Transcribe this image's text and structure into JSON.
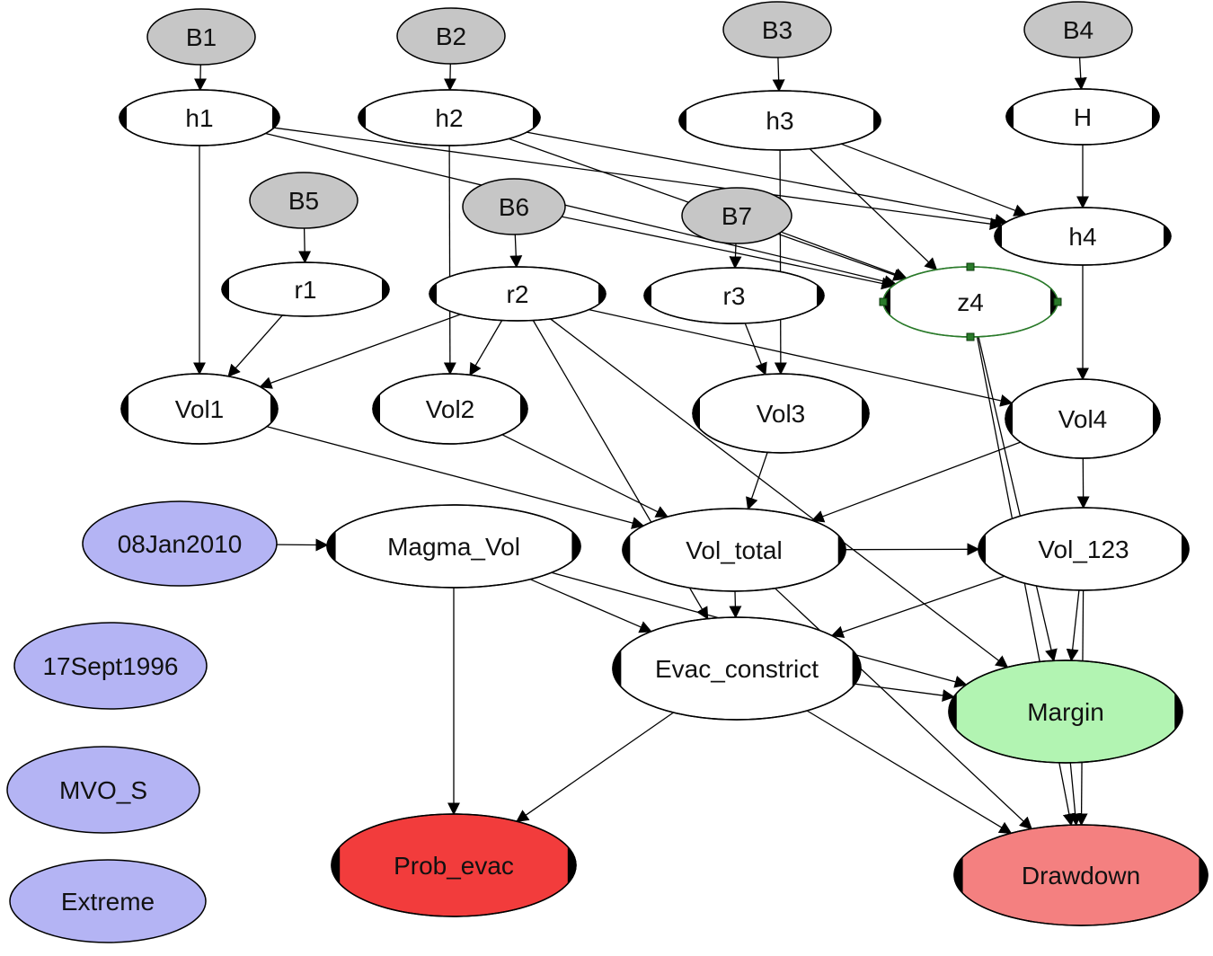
{
  "colors": {
    "gray": "#c6c6c6",
    "blue": "#b4b4f4",
    "green": "#b2f4b2",
    "red": "#f23c3c",
    "pink": "#f48080",
    "white": "#ffffff",
    "selection": "#2a7a2a"
  },
  "nodes": [
    {
      "id": "B1",
      "label": "B1"
    },
    {
      "id": "B2",
      "label": "B2"
    },
    {
      "id": "B3",
      "label": "B3"
    },
    {
      "id": "B4",
      "label": "B4"
    },
    {
      "id": "B5",
      "label": "B5"
    },
    {
      "id": "B6",
      "label": "B6"
    },
    {
      "id": "B7",
      "label": "B7"
    },
    {
      "id": "h1",
      "label": "h1"
    },
    {
      "id": "h2",
      "label": "h2"
    },
    {
      "id": "h3",
      "label": "h3"
    },
    {
      "id": "H",
      "label": "H"
    },
    {
      "id": "h4",
      "label": "h4"
    },
    {
      "id": "r1",
      "label": "r1"
    },
    {
      "id": "r2",
      "label": "r2"
    },
    {
      "id": "r3",
      "label": "r3"
    },
    {
      "id": "z4",
      "label": "z4"
    },
    {
      "id": "Vol1",
      "label": "Vol1"
    },
    {
      "id": "Vol2",
      "label": "Vol2"
    },
    {
      "id": "Vol3",
      "label": "Vol3"
    },
    {
      "id": "Vol4",
      "label": "Vol4"
    },
    {
      "id": "d2010",
      "label": "08Jan2010"
    },
    {
      "id": "Magma_Vol",
      "label": "Magma_Vol"
    },
    {
      "id": "Vol_total",
      "label": "Vol_total"
    },
    {
      "id": "Vol_123",
      "label": "Vol_123"
    },
    {
      "id": "d1996",
      "label": "17Sept1996"
    },
    {
      "id": "Evac_constrict",
      "label": "Evac_constrict"
    },
    {
      "id": "Margin",
      "label": "Margin"
    },
    {
      "id": "MVO_S",
      "label": "MVO_S"
    },
    {
      "id": "Prob_evac",
      "label": "Prob_evac"
    },
    {
      "id": "Drawdown",
      "label": "Drawdown"
    },
    {
      "id": "Extreme",
      "label": "Extreme"
    }
  ],
  "edges": [
    [
      "B1",
      "h1"
    ],
    [
      "B2",
      "h2"
    ],
    [
      "B3",
      "h3"
    ],
    [
      "B4",
      "H"
    ],
    [
      "H",
      "h4"
    ],
    [
      "B5",
      "r1"
    ],
    [
      "B6",
      "r2"
    ],
    [
      "B7",
      "r3"
    ],
    [
      "h1",
      "h4"
    ],
    [
      "h1",
      "z4"
    ],
    [
      "h2",
      "h4"
    ],
    [
      "h2",
      "z4"
    ],
    [
      "h3",
      "h4"
    ],
    [
      "h3",
      "z4"
    ],
    [
      "B6",
      "z4"
    ],
    [
      "B7",
      "z4"
    ],
    [
      "h1",
      "Vol1"
    ],
    [
      "r1",
      "Vol1"
    ],
    [
      "r2",
      "Vol1"
    ],
    [
      "h2",
      "Vol2"
    ],
    [
      "r2",
      "Vol2"
    ],
    [
      "h3",
      "Vol3"
    ],
    [
      "r3",
      "Vol3"
    ],
    [
      "h4",
      "Vol4"
    ],
    [
      "r2",
      "Vol4"
    ],
    [
      "Vol1",
      "Vol_total"
    ],
    [
      "Vol2",
      "Vol_total"
    ],
    [
      "Vol3",
      "Vol_total"
    ],
    [
      "Vol4",
      "Vol_total"
    ],
    [
      "Vol4",
      "Vol_123"
    ],
    [
      "Vol_total",
      "Vol_123"
    ],
    [
      "d2010",
      "Magma_Vol"
    ],
    [
      "Magma_Vol",
      "Evac_constrict"
    ],
    [
      "Magma_Vol",
      "Margin"
    ],
    [
      "Magma_Vol",
      "Prob_evac"
    ],
    [
      "Vol_123",
      "Evac_constrict"
    ],
    [
      "Vol_total",
      "Evac_constrict"
    ],
    [
      "r2",
      "Evac_constrict"
    ],
    [
      "Evac_constrict",
      "Margin"
    ],
    [
      "Evac_constrict",
      "Prob_evac"
    ],
    [
      "Evac_constrict",
      "Drawdown"
    ],
    [
      "Vol_123",
      "Margin"
    ],
    [
      "z4",
      "Margin"
    ],
    [
      "r2",
      "Margin"
    ],
    [
      "Margin",
      "Drawdown"
    ],
    [
      "Vol_123",
      "Drawdown"
    ],
    [
      "z4",
      "Drawdown"
    ],
    [
      "Vol_total",
      "Drawdown"
    ]
  ]
}
